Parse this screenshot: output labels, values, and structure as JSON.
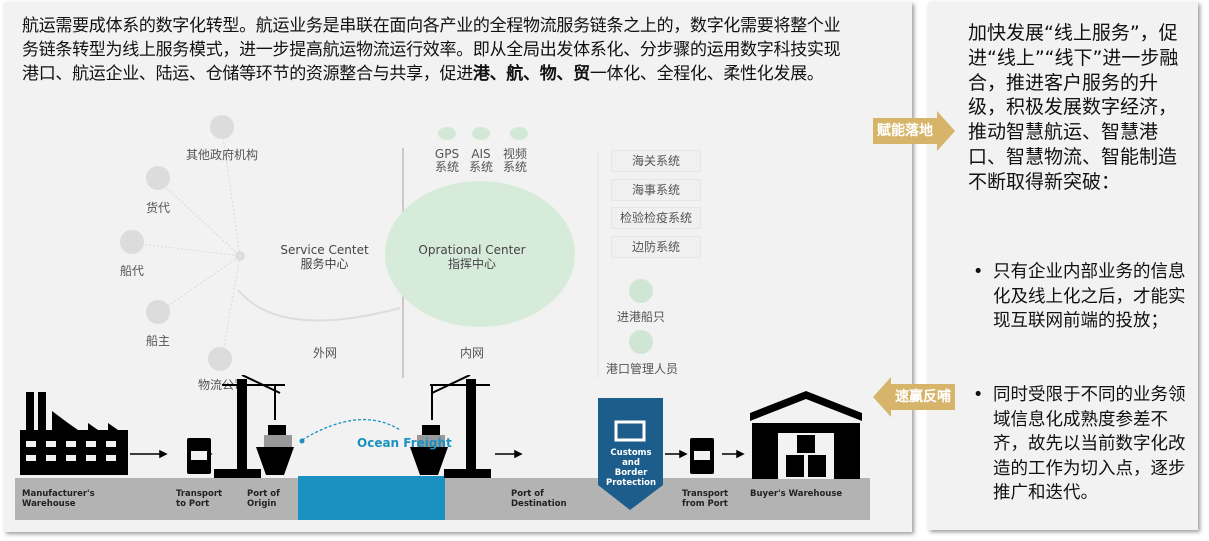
{
  "intro": {
    "text_a": "航运需要成体系的数字化转型。航运业务是串联在面向各产业的全程物流服务链条之上的，数字化需要将整个业务链条转型为线上服务模式，进一步提高航运物流运行效率。即从全局出发体系化、分步骤的运用数字科技实现港口、航运企业、陆运、仓储等环节的资源整合与共享，促进",
    "bold": "港、航、物、贸",
    "text_b": "一体化、全程化、柔性化发展。"
  },
  "diagram": {
    "external_parties": [
      "其他政府机构",
      "货代",
      "船代",
      "船主",
      "物流公司"
    ],
    "service_center": {
      "en": "Service Centet",
      "zh": "服务中心"
    },
    "operational_center": {
      "en": "Oprational Center",
      "zh": "指挥中心"
    },
    "outer_net": "外网",
    "inner_net": "内网",
    "sensors": [
      {
        "l1": "GPS",
        "l2": "系统"
      },
      {
        "l1": "AIS",
        "l2": "系统"
      },
      {
        "l1": "视频",
        "l2": "系统"
      }
    ],
    "systems": [
      "海关系统",
      "海事系统",
      "检验检疫系统",
      "边防系统"
    ],
    "inner_parties": [
      "进港船只",
      "港口管理人员"
    ]
  },
  "logistics": {
    "manufacturer": "Manufacturer's Warehouse",
    "transport_to": "Transport to Port",
    "origin": "Port of Origin",
    "ocean": "Ocean Freight",
    "destination": "Port of Destination",
    "customs": "Customs and Border Protection",
    "transport_from": "Transport from Port",
    "buyer": "Buyer's Warehouse",
    "colors": {
      "water": "#1a91c0",
      "customs": "#1d5d8c",
      "ground": "#b3b3b3"
    }
  },
  "arrows": {
    "empower": "赋能落地",
    "feedback": "速赢反哺",
    "color": "#d6b56b"
  },
  "right": {
    "main": "加快发展“线上服务”，促进“线上”“线下”进一步融合，推进客户服务的升级，积极发展数字经济，推动智慧航运、智慧港口、智慧物流、智能制造不断取得新突破：",
    "bullets": [
      "只有企业内部业务的信息化及线上化之后，才能实现互联网前端的投放；",
      "同时受限于不同的业务领域信息化成熟度参差不齐，故先以当前数字化改造的工作为切入点，逐步推广和迭代。"
    ]
  }
}
